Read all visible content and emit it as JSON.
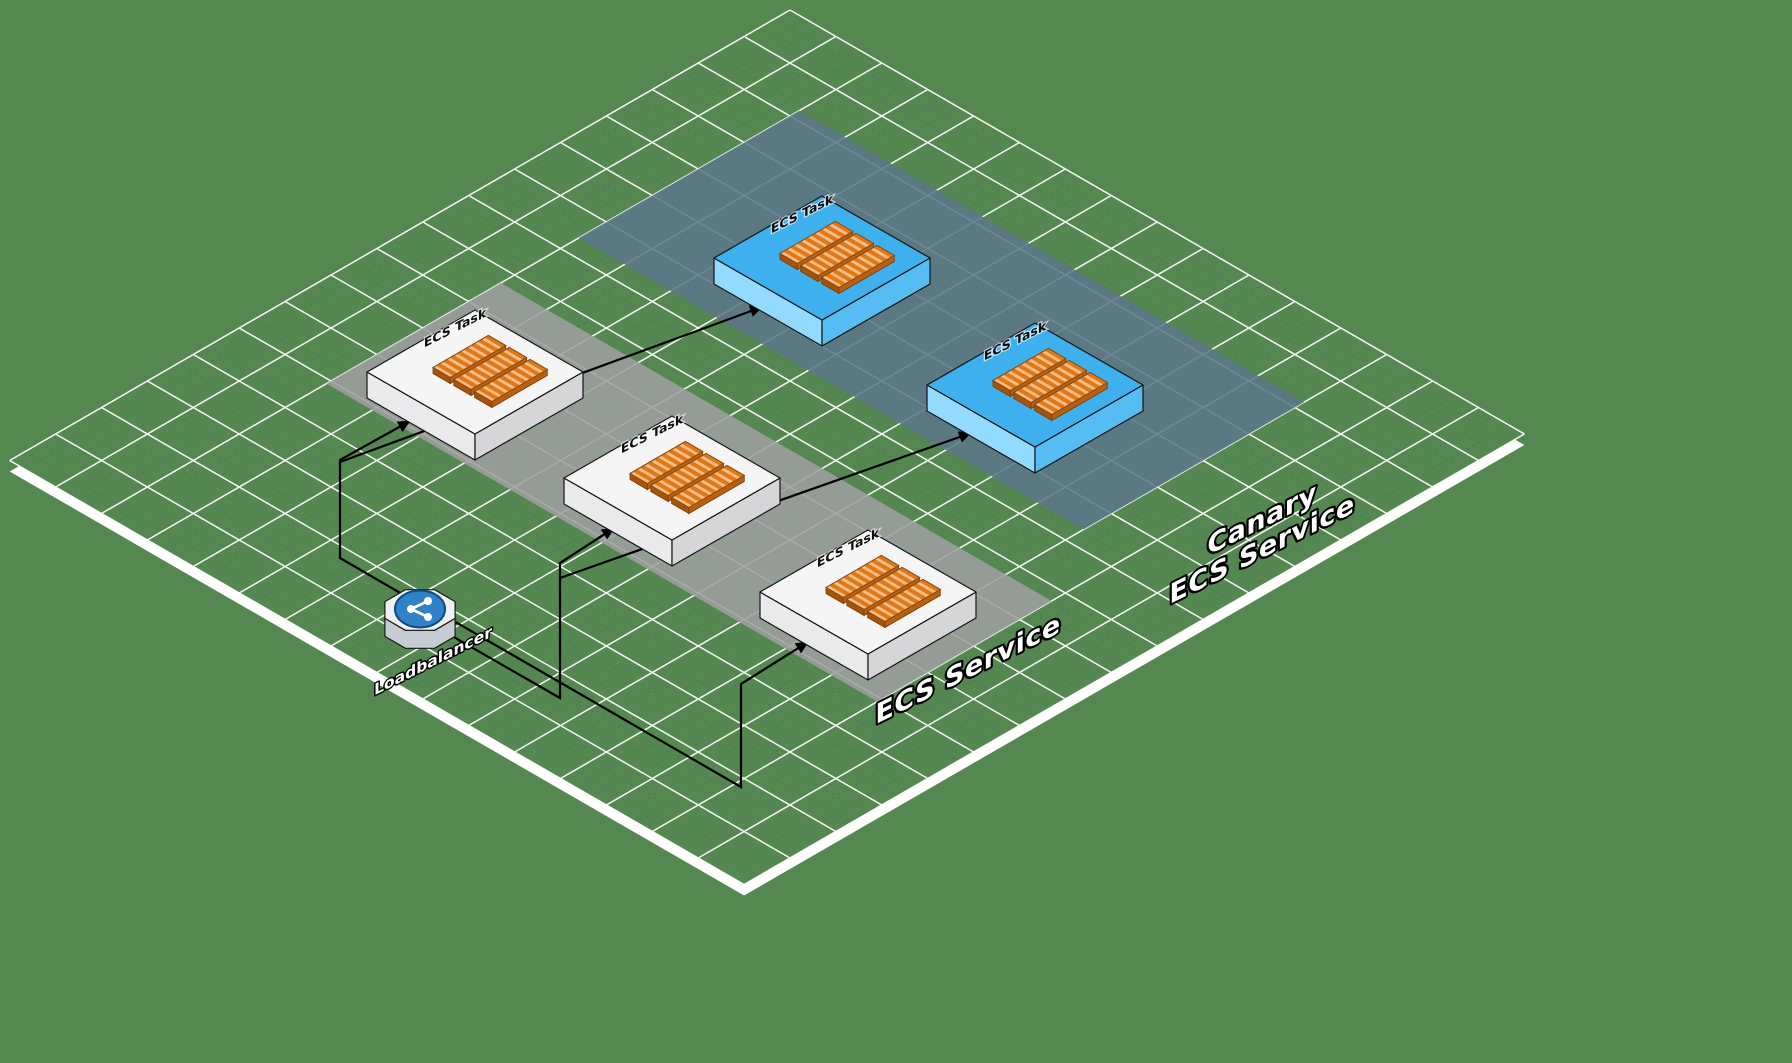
{
  "canvas": {
    "background_color": "#558851",
    "grid_line_color": "#ffffff"
  },
  "zones": {
    "service": {
      "label": "ECS Service",
      "fill": "#9e9e9e"
    },
    "canary": {
      "label_line1": "Canary",
      "label_line2": "ECS Service",
      "fill": "#5c7689"
    }
  },
  "loadbalancer": {
    "label": "Loadbalancer",
    "accent_color": "#2f82c8"
  },
  "tasks": {
    "service": [
      {
        "label": "ECS Task"
      },
      {
        "label": "ECS Task"
      },
      {
        "label": "ECS Task"
      }
    ],
    "canary": [
      {
        "label": "ECS Task"
      },
      {
        "label": "ECS Task"
      }
    ],
    "service_fill": "#f5f5f6",
    "canary_fill": "#3eb0ee",
    "container_color": "#e07818",
    "arrow_color": "#000000"
  }
}
